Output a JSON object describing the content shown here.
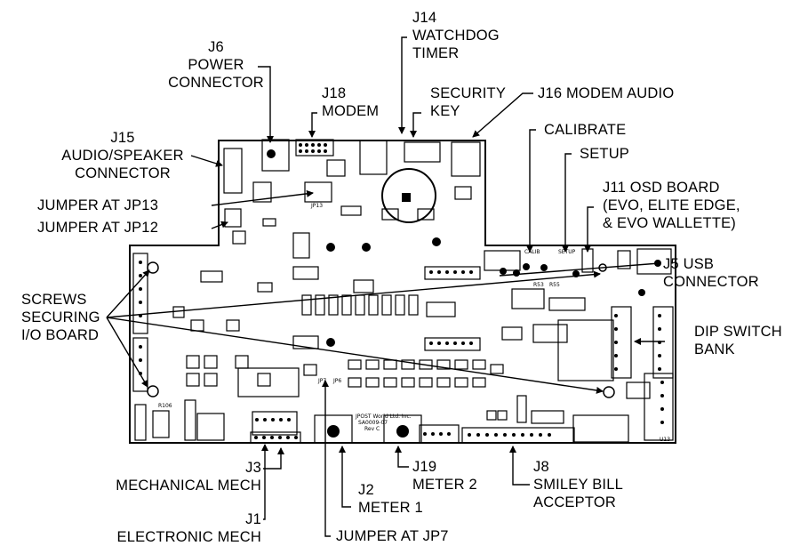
{
  "labels": {
    "j14": [
      "J14",
      "WATCHDOG",
      "TIMER"
    ],
    "j6": [
      "J6",
      "POWER",
      "CONNECTOR"
    ],
    "j18": [
      "J18",
      "MODEM"
    ],
    "security_key": [
      "SECURITY",
      "KEY"
    ],
    "j16": "J16 MODEM AUDIO",
    "j15": [
      "J15",
      "AUDIO/SPEAKER",
      "CONNECTOR"
    ],
    "calibrate": "CALIBRATE",
    "setup": "SETUP",
    "jp13": "JUMPER AT JP13",
    "jp12": "JUMPER AT JP12",
    "j11": [
      "J11 OSD BOARD",
      "(EVO, ELITE EDGE,",
      "& EVO WALLETTE)"
    ],
    "j5": [
      "J5 USB",
      "CONNECTOR"
    ],
    "screws": [
      "SCREWS",
      "SECURING",
      "I/O BOARD"
    ],
    "dip": [
      "DIP SWITCH",
      "BANK"
    ],
    "j3": [
      "J3",
      "MECHANICAL MECH"
    ],
    "j1": [
      "J1",
      "ELECTRONIC MECH"
    ],
    "j2": [
      "J2",
      "METER 1"
    ],
    "jp7": "JUMPER AT JP7",
    "j19": [
      "J19",
      "METER 2"
    ],
    "j8": [
      "J8",
      "SMILEY BILL",
      "ACCEPTOR"
    ]
  },
  "board_text": {
    "brand": "JPOST World Ltd. Inc.",
    "part": "SA0009-07",
    "rev": "Rev C",
    "jp7": "JP7",
    "jp6": "JP6",
    "jp13": "JP13",
    "calib": "CALIB",
    "setup": "SETUP",
    "r53": "R53",
    "r55": "R55",
    "u13": "U13",
    "r106": "R106"
  }
}
